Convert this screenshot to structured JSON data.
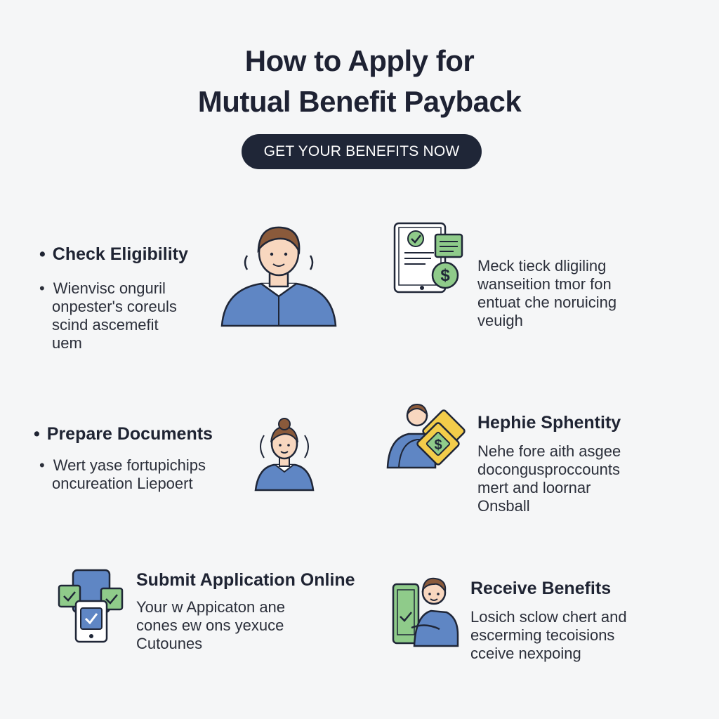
{
  "page": {
    "title_line1": "How to Apply for",
    "title_line2": "Mutual Benefit Payback",
    "cta_label": "GET YOUR BENEFITS NOW"
  },
  "steps": [
    {
      "heading": "Check Eligibility",
      "desc_lines": [
        "Wienvisc onguril",
        "onpester's coreuls",
        "scind ascemefit",
        "uem"
      ],
      "icon": "person-icon"
    },
    {
      "heading": "",
      "desc_lines": [
        "Meck tieck dligiling",
        "wanseition tmor fon",
        "entuat che noruicing",
        "veuigh"
      ],
      "icon": "document-dollar-icon"
    },
    {
      "heading": "Prepare Documents",
      "desc_lines": [
        "Wert yase fortupichips",
        "oncureation Liepoert"
      ],
      "icon": "woman-icon"
    },
    {
      "heading": "Hephie Sphentity",
      "desc_lines": [
        "Nehe fore aith asgee",
        "docongusproccounts",
        "mert and loornar",
        "Onsball"
      ],
      "icon": "person-money-icon"
    },
    {
      "heading": "Submit Application Online",
      "desc_lines": [
        "Your w Appicaton ane",
        "cones ew ons yexuce",
        "Cutounes"
      ],
      "icon": "tablet-check-icon"
    },
    {
      "heading": "Receive Benefits",
      "desc_lines": [
        "Losich sclow chert and",
        "escerming tecoisions",
        "cceive nexpoing"
      ],
      "icon": "person-phone-icon"
    }
  ],
  "colors": {
    "navy": "#1f2637",
    "blue": "#5f86c4",
    "green": "#8fcb8a",
    "yellow": "#f3cc4a",
    "skin": "#f8d7bf",
    "hair": "#8a5a3b"
  }
}
